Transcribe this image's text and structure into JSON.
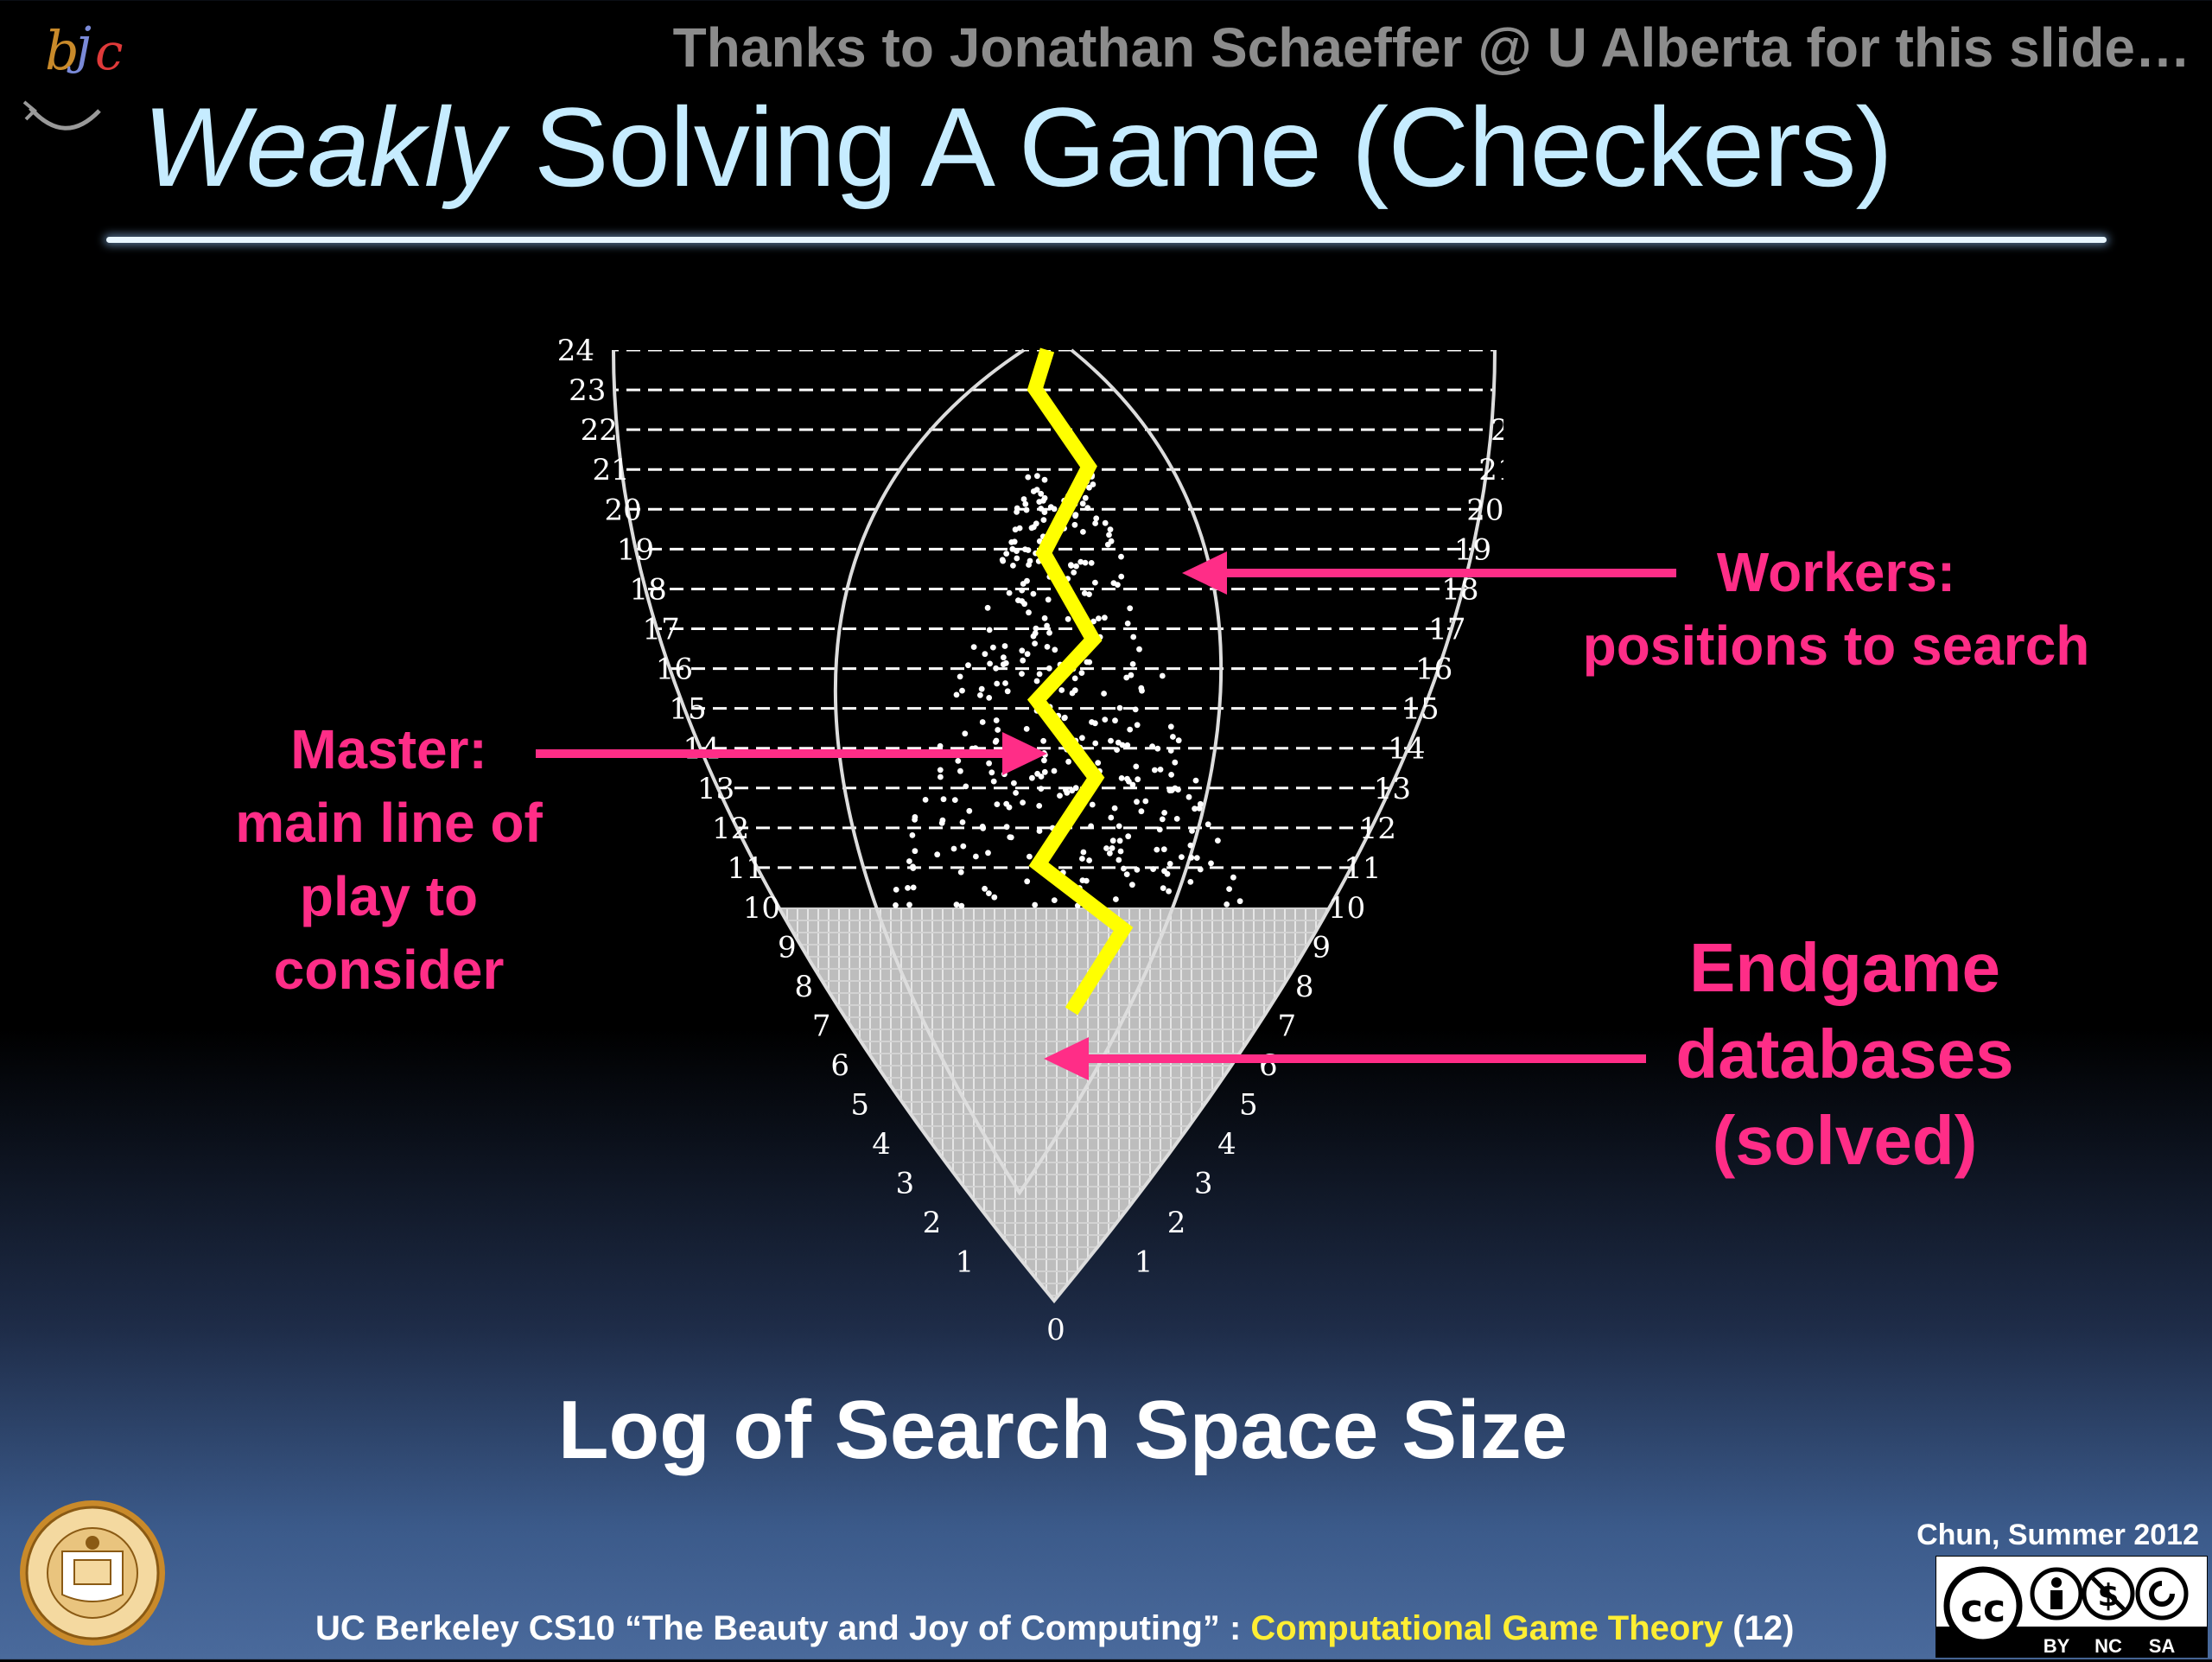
{
  "slide": {
    "thanks": "Thanks to Jonathan Schaeffer @ U Alberta for this slide…",
    "title_emphasis": "Weakly",
    "title_rest": " Solving A Game (Checkers)"
  },
  "diagram": {
    "levels": [
      0,
      1,
      2,
      3,
      4,
      5,
      6,
      7,
      8,
      9,
      10,
      11,
      12,
      13,
      14,
      15,
      16,
      17,
      18,
      19,
      20,
      21,
      22,
      23,
      24
    ],
    "colors": {
      "highlight_line": "#ffff00",
      "callout": "#ff2d87",
      "fill": "#c8c8c8",
      "outline": "#e0e0e0"
    }
  },
  "callouts": {
    "master": [
      "Master:",
      "main line of",
      "play to",
      "consider"
    ],
    "workers": [
      "Workers:",
      "positions to search"
    ],
    "endgame": [
      "Endgame",
      "databases",
      "(solved)"
    ]
  },
  "axis_label": "Log of Search Space Size",
  "footer": {
    "course": "UC Berkeley CS10 “The Beauty and Joy of Computing” : ",
    "topic": "Computational Game Theory",
    "slide_number": " (12)",
    "credit": "Chun, Summer 2012"
  },
  "logos": {
    "bjc_text": "bjc",
    "seal_icon": "uc-seal-icon",
    "cc_labels": [
      "BY",
      "NC",
      "SA"
    ]
  }
}
